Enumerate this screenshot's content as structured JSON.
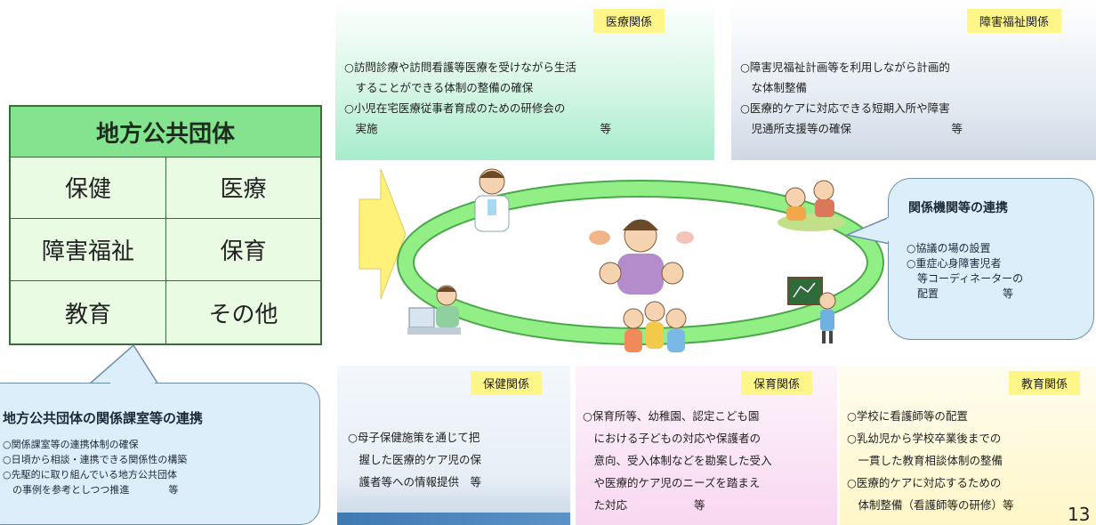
{
  "gov_table": {
    "title": "地方公共団体",
    "cells": [
      "保健",
      "医療",
      "障害福祉",
      "保育",
      "教育",
      "その他"
    ]
  },
  "gov_bubble": {
    "title": "地方公共団体の関係課室等の連携",
    "items": [
      "○関係課室等の連携体制の確保",
      "○日頃から相談・連携できる関係性の構築",
      "○先駆的に取り組んでいる地方公共団体",
      "　の事例を参考としつつ推進　　　　等"
    ]
  },
  "medical": {
    "tag": "医療関係",
    "lines": [
      "○訪問診療や訪問看護等医療を受けながら生活",
      "　することができる体制の整備の確保",
      "○小児在宅医療従事者育成のための研修会の",
      "　実施　　　　　　　　　　　　　　　　　　　　等"
    ]
  },
  "disability": {
    "tag": "障害福祉関係",
    "lines": [
      "○障害児福祉計画等を利用しながら計画的",
      "　な体制整備",
      "○医療的ケアに対応できる短期入所や障害",
      "　児通所支援等の確保　　　　　　　　　等"
    ]
  },
  "coordination": {
    "title": "関係機関等の連携",
    "items": [
      "○協議の場の設置",
      "○重症心身障害児者",
      "　等コーディネーターの",
      "　配置　　　　　　等"
    ]
  },
  "health": {
    "tag": "保健関係",
    "lines": [
      "○母子保健施策を通じて把",
      "　握した医療的ケア児の保",
      "　護者等への情報提供　等"
    ]
  },
  "nursery": {
    "tag": "保育関係",
    "lines": [
      "○保育所等、幼稚園、認定こども園",
      "　における子どもの対応や保護者の",
      "　意向、受入体制などを勘案した受入",
      "　や医療的ケア児のニーズを踏まえ",
      "　た対応　　　　　　等"
    ]
  },
  "education": {
    "tag": "教育関係",
    "lines": [
      "○学校に看護師等の配置",
      "○乳幼児から学校卒業後までの",
      "　一貫した教育相談体制の整備",
      "○医療的ケアに対応するための",
      "　体制整備（看護師等の研修）等"
    ]
  },
  "page_number": "13",
  "colors": {
    "gov_header": "#84e38f",
    "gov_body": "#eafbe3",
    "tag": "#fff68a",
    "ring": "#7fe67a",
    "arrow": "#fff27a",
    "bubble": "#dceefa"
  },
  "icons": [
    "doctor-icon",
    "family-center-icon",
    "children-playing-icon",
    "teacher-icon",
    "computer-worker-icon",
    "children-group-icon"
  ]
}
